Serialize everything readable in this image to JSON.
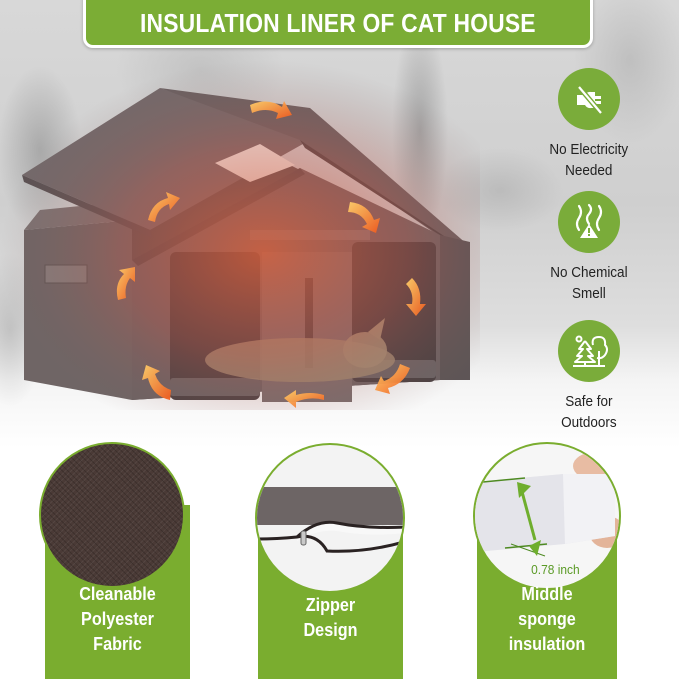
{
  "title": "INSULATION LINER OF CAT HOUSE",
  "colors": {
    "accent_green": "#7bad35",
    "house_brown": "#6e6463",
    "heat_orange": "#f07a2a",
    "text_dark": "#222222",
    "text_white": "#ffffff"
  },
  "hero": {
    "subject": "cat-house-with-insulation-liner",
    "icons": [
      "heat-flow-arrow-icon"
    ]
  },
  "features": [
    {
      "icon": "no-electricity-plug-icon",
      "line1": "No Electricity",
      "line2": "Needed"
    },
    {
      "icon": "no-chemical-smell-icon",
      "line1": "No Chemical",
      "line2": "Smell"
    },
    {
      "icon": "outdoor-trees-icon",
      "line1": "Safe for",
      "line2": "Outdoors"
    }
  ],
  "cards": [
    {
      "image": "polyester-fabric-texture",
      "line1": "Cleanable",
      "line2": "Polyester",
      "line3": "Fabric"
    },
    {
      "image": "zipper-cushion-closeup",
      "line1": "Zipper",
      "line2": "Design"
    },
    {
      "image": "sponge-thickness-closeup",
      "line1": "Middle",
      "line2": "sponge",
      "line3": "insulation",
      "measurement": "0.78 inch"
    }
  ]
}
